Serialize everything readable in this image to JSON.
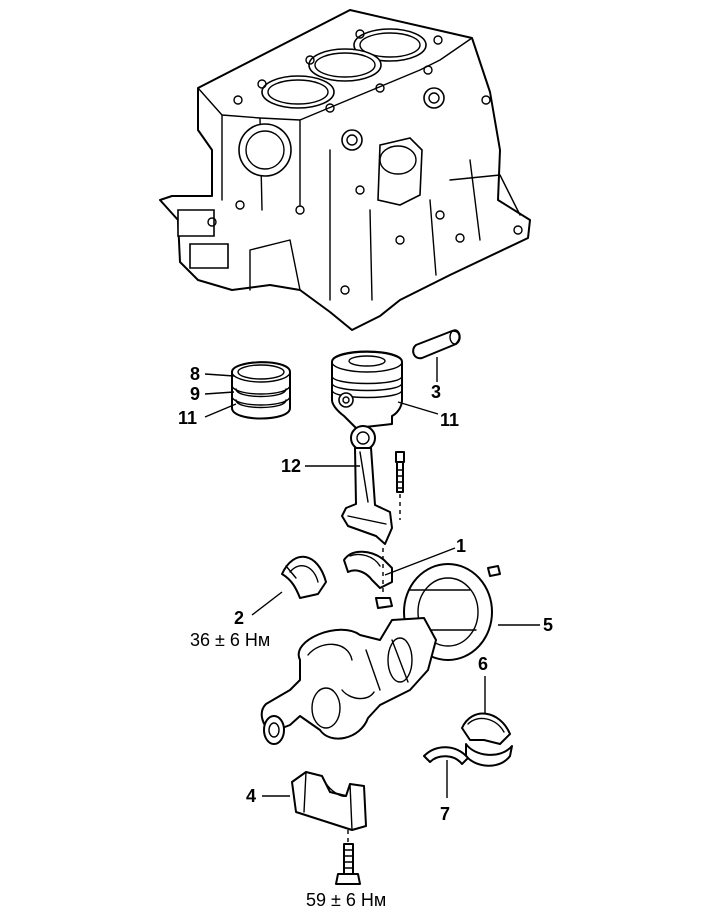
{
  "callouts": {
    "c1": "1",
    "c2": "2",
    "c3": "3",
    "c4": "4",
    "c5": "5",
    "c6": "6",
    "c7": "7",
    "c8": "8",
    "c9": "9",
    "c11a": "11",
    "c11b": "11",
    "c12": "12"
  },
  "torques": {
    "conrod": "36 ± 6 Нм",
    "main_cap": "59 ± 6 Нм"
  }
}
